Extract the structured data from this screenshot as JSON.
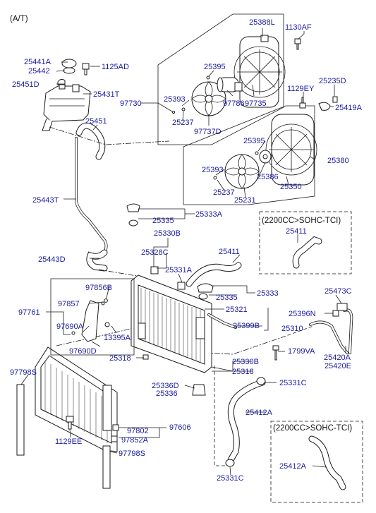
{
  "header": {
    "variant": "(A/T)"
  },
  "boxes": {
    "sohc_title": "(2200CC>SOHC-TCI)"
  },
  "labels": {
    "p25388L": "25388L",
    "p1130AF": "1130AF",
    "p25441A": "25441A",
    "p25442": "25442",
    "p1125AD": "1125AD",
    "p25395a": "25395",
    "p25235D": "25235D",
    "p25451D": "25451D",
    "p25431T": "25431T",
    "p1129EY": "1129EY",
    "p25393a": "25393",
    "p97730": "97730",
    "p97786": "97786",
    "p97735": "97735",
    "p25419A": "25419A",
    "p25237a": "25237",
    "p97737D": "97737D",
    "p25451": "25451",
    "p25395b": "25395",
    "p25380": "25380",
    "p25393b": "25393",
    "p25386": "25386",
    "p25350": "25350",
    "p25237b": "25237",
    "p25231": "25231",
    "p25443T": "25443T",
    "p25333A": "25333A",
    "p25335a": "25335",
    "p25411box": "25411",
    "p25330Ba": "25330B",
    "p25328C": "25328C",
    "p25411": "25411",
    "p25443D": "25443D",
    "p25331A": "25331A",
    "p97856B": "97856B",
    "p25473C": "25473C",
    "p25335b": "25335",
    "p25333": "25333",
    "p97857": "97857",
    "p25321": "25321",
    "p97761": "97761",
    "p25396N": "25396N",
    "p97690Aa": "97690A",
    "p25399B": "25399B",
    "p25310": "25310",
    "p13395A": "13395A",
    "p97690D": "97690D",
    "p1799VA": "1799VA",
    "p25420A": "25420A",
    "p25318a": "25318",
    "p25420E": "25420E",
    "p25330Bb": "25330B",
    "p97798Sa": "97798S",
    "p25318b": "25318",
    "p25331Ca": "25331C",
    "p25336D": "25336D",
    "p25336": "25336",
    "p25412A": "25412A",
    "p97606": "97606",
    "p97802": "97802",
    "p1129EE": "1129EE",
    "p97852A": "97852A",
    "p25412Abox": "25412A",
    "p97798Sb": "97798S",
    "p25331Cb": "25331C"
  }
}
